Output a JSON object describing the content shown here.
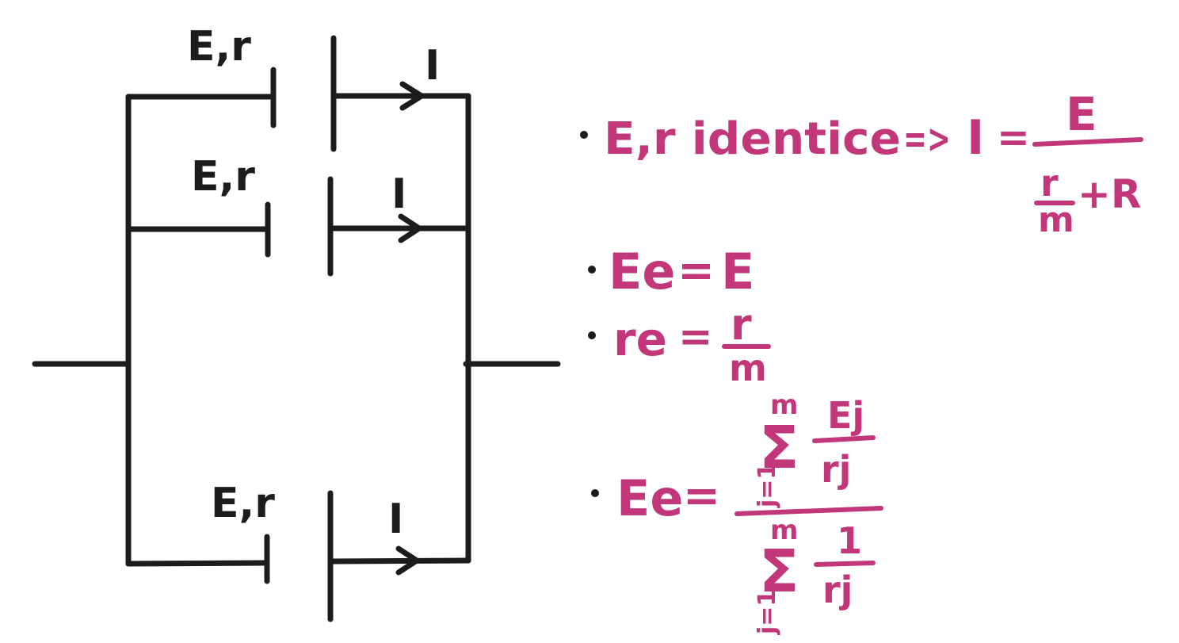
{
  "diagram": {
    "branches": [
      {
        "source_label": "E,r",
        "current_label": "I"
      },
      {
        "source_label": "E,r",
        "current_label": "I"
      },
      {
        "source_label": "E,r",
        "current_label": "I"
      }
    ]
  },
  "notes": {
    "identical": {
      "prefix": "E,r identice",
      "arrow": "=>",
      "lhs": "I",
      "eq": "=",
      "num": "E",
      "den_frac_num": "r",
      "den_frac_den": "m",
      "den_rest": "+R"
    },
    "ee_simple": {
      "lhs": "Ee",
      "eq": "=",
      "rhs": "E"
    },
    "re": {
      "lhs": "re",
      "eq": "=",
      "num": "r",
      "den": "m"
    },
    "ee_general": {
      "lhs": "Ee",
      "eq": "=",
      "sum_symbol": "Σ",
      "sum_upper": "m",
      "sum_lower": "j=1",
      "top_num": "Ej",
      "top_den": "rj",
      "bottom_num": "1",
      "bottom_den": "rj"
    }
  },
  "colors": {
    "ink": "#1c1c1c",
    "accent": "#c2377a"
  }
}
